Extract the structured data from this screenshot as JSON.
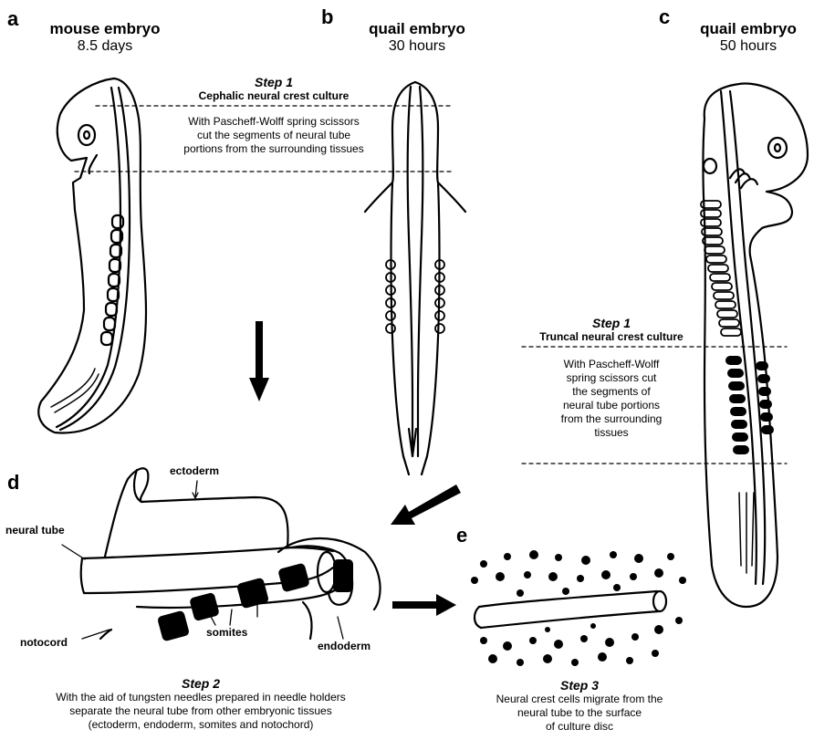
{
  "panels": {
    "a": {
      "letter": "a",
      "title": "mouse embryo",
      "subtitle": "8.5 days"
    },
    "b": {
      "letter": "b",
      "title": "quail embryo",
      "subtitle": "30 hours"
    },
    "c": {
      "letter": "c",
      "title": "quail embryo",
      "subtitle": "50 hours"
    },
    "d": {
      "letter": "d"
    },
    "e": {
      "letter": "e"
    }
  },
  "step1_cephalic": {
    "title": "Step 1",
    "subtitle": "Cephalic neural crest culture",
    "lines": [
      "With Pascheff-Wolff spring scissors",
      "cut the segments of neural tube",
      "portions from the surrounding tissues"
    ]
  },
  "step1_truncal": {
    "title": "Step 1",
    "subtitle": "Truncal neural crest culture",
    "lines": [
      "With Pascheff-Wolff",
      "spring scissors cut",
      "the segments of",
      "neural tube portions",
      "from the surrounding",
      "tissues"
    ]
  },
  "step2": {
    "title": "Step 2",
    "lines": [
      "With the aid of tungsten needles prepared in needle holders",
      "separate the neural tube from other embryonic tissues",
      "(ectoderm, endoderm, somites and notochord)"
    ]
  },
  "step3": {
    "title": "Step 3",
    "lines": [
      "Neural crest cells migrate from the",
      "neural tube to the surface",
      "of culture disc"
    ]
  },
  "labels": {
    "ectoderm": "ectoderm",
    "neural_tube": "neural tube",
    "notocord": "notocord",
    "somites": "somites",
    "endoderm": "endoderm"
  }
}
